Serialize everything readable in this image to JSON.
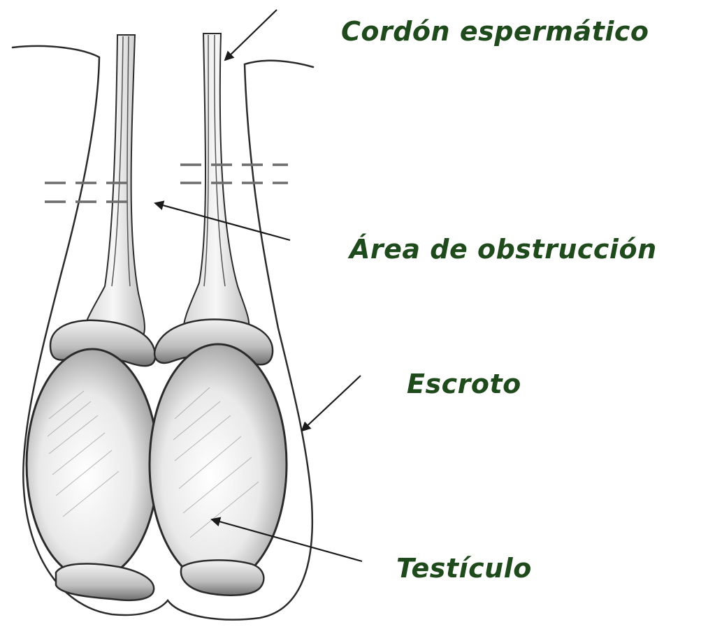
{
  "labels": {
    "spermatic_cord": "Cordón espermático",
    "obstruction_area": "Área de obstrucción",
    "scrotum": "Escroto",
    "testicle": "Testículo"
  },
  "colors": {
    "label_text": "#1f4a1c",
    "ink": "#2b2b2b",
    "shade": "#8a8a8a",
    "background": "#ffffff"
  }
}
